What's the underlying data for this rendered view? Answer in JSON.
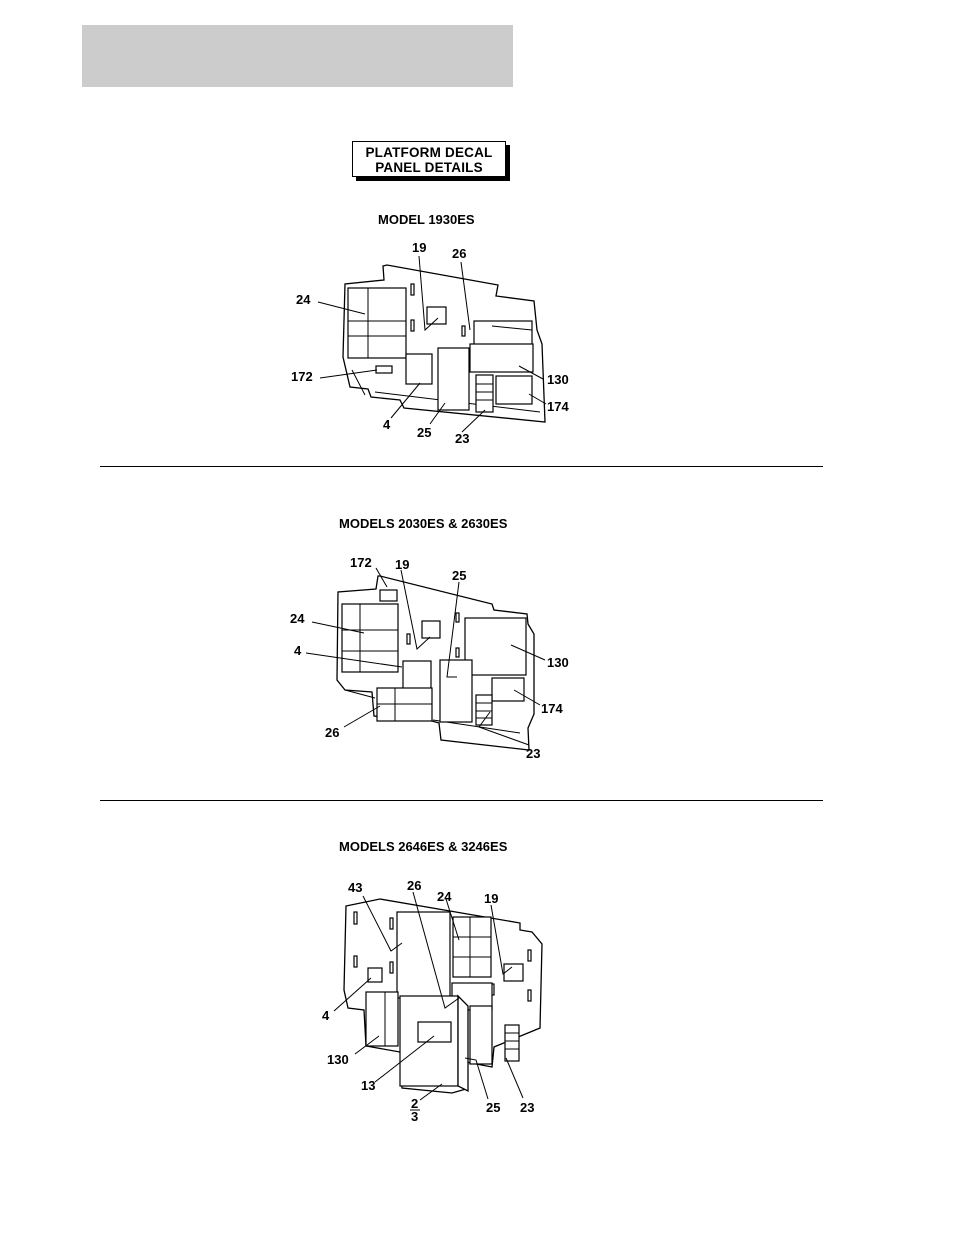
{
  "header": {
    "band_color": "#cccccc"
  },
  "title_box": {
    "line1": "PLATFORM DECAL",
    "line2": "PANEL DETAILS"
  },
  "sections": [
    {
      "title": "MODEL 1930ES",
      "callouts": [
        "19",
        "26",
        "24",
        "172",
        "130",
        "174",
        "4",
        "25",
        "23"
      ]
    },
    {
      "title": "MODELS 2030ES & 2630ES",
      "callouts": [
        "172",
        "19",
        "25",
        "24",
        "4",
        "130",
        "174",
        "26",
        "23"
      ]
    },
    {
      "title": "MODELS 2646ES & 3246ES",
      "callouts": [
        "43",
        "26",
        "24",
        "19",
        "4",
        "130",
        "13",
        "2",
        "3",
        "25",
        "23"
      ]
    }
  ]
}
